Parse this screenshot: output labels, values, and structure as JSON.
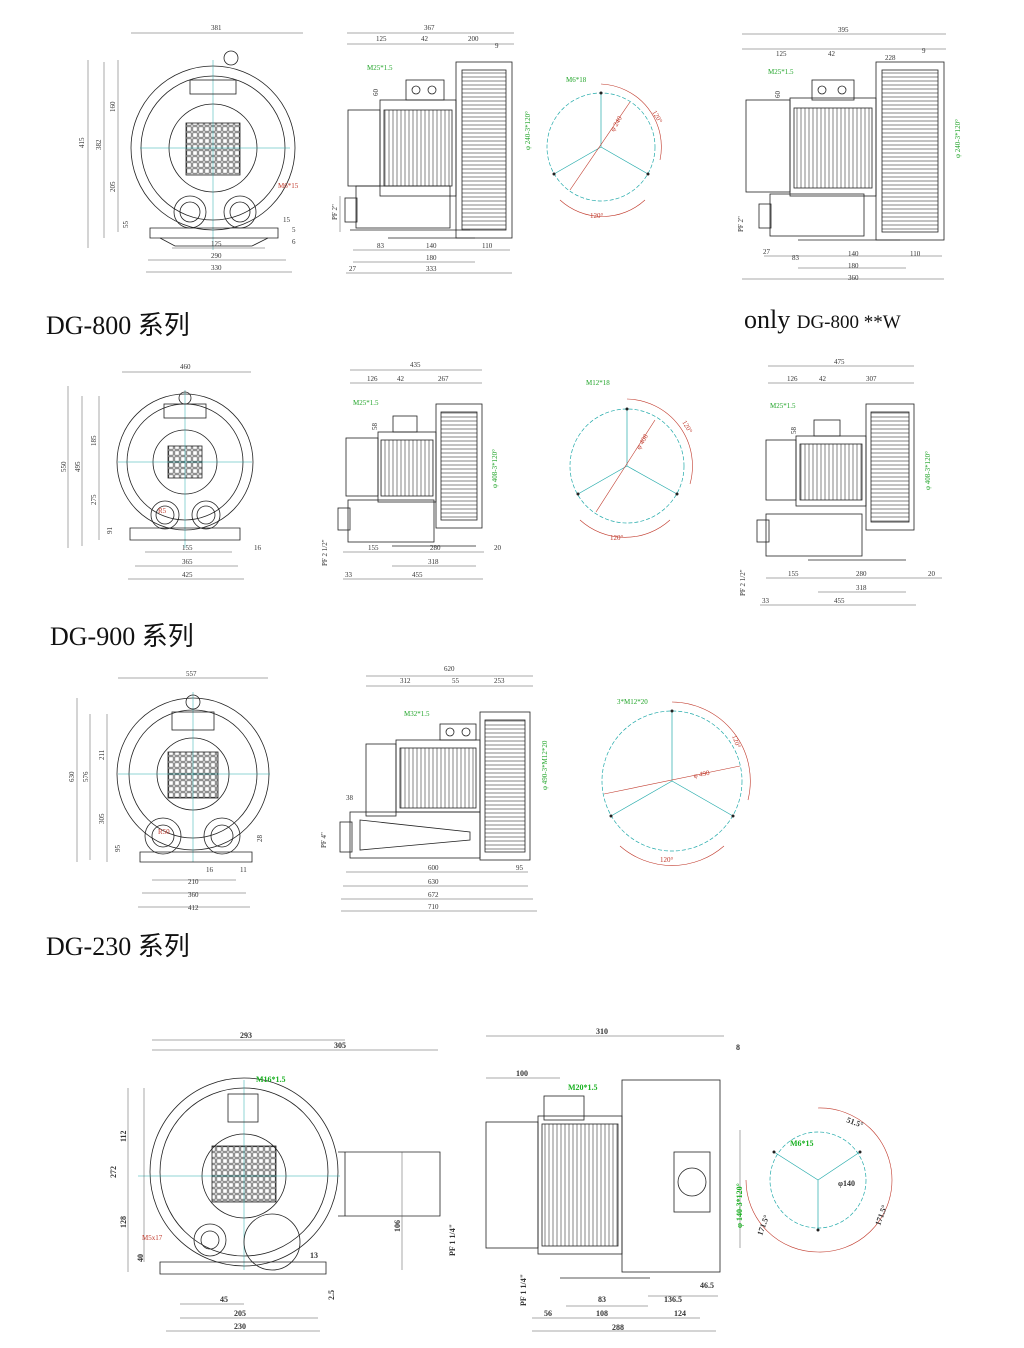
{
  "captions": {
    "dg800": "DG-800 系列",
    "dg800w_prefix": "only",
    "dg800w_model": "DG-800 **W",
    "dg900": "DG-900 系列",
    "dg230": "DG-230 系列"
  },
  "dg800": {
    "front": {
      "w": "381",
      "h": "415",
      "h2": "382",
      "h3": "160",
      "h4": "205",
      "h5": "55",
      "b1": "125",
      "b2": "290",
      "b3": "330",
      "bolt": "M6*15",
      "s15": "15",
      "s5": "5",
      "s6": "6"
    },
    "side": {
      "w": "367",
      "a": "125",
      "b": "42",
      "c": "200",
      "d": "9",
      "port": "M25*1.5",
      "h60": "60",
      "pf": "PF 2\"",
      "b1": "83",
      "b2": "140",
      "b3": "110",
      "b4": "180",
      "b5": "27",
      "b6": "333",
      "flange": "φ 240-3*120°"
    },
    "flange": {
      "bolt": "M6*18",
      "dia": "φ 240",
      "a1": "120°",
      "a2": "120°"
    },
    "side_w": {
      "w": "395",
      "a": "125",
      "b": "42",
      "c": "228",
      "d": "9",
      "port": "M25*1.5",
      "h60": "60",
      "pf": "PF 2\"",
      "b1": "83",
      "b2": "140",
      "b3": "110",
      "b4": "180",
      "b5": "27",
      "b6": "360",
      "flange": "φ 240-3*120°"
    }
  },
  "dg900": {
    "front": {
      "w": "460",
      "h": "550",
      "h2": "495",
      "h3": "185",
      "h4": "275",
      "h5": "91",
      "r": "R5",
      "b1": "155",
      "b2": "365",
      "b3": "425",
      "s16": "16"
    },
    "side": {
      "w": "435",
      "a": "126",
      "b": "42",
      "c": "267",
      "port": "M25*1.5",
      "h58": "58",
      "pf": "PF 2 1/2\"",
      "b1": "155",
      "b2": "280",
      "b3": "20",
      "b4": "318",
      "b5": "33",
      "b6": "455",
      "flange": "φ 408-3*120°"
    },
    "flange": {
      "bolt": "M12*18",
      "dia": "φ 408",
      "a1": "120°",
      "a2": "120°"
    },
    "side_w": {
      "w": "475",
      "a": "126",
      "b": "42",
      "c": "307",
      "port": "M25*1.5",
      "h58": "58",
      "pf": "PF 2 1/2\"",
      "b1": "155",
      "b2": "280",
      "b3": "20",
      "b4": "318",
      "b5": "33",
      "b6": "455",
      "flange": "φ 408-3*120°"
    }
  },
  "dg230": {
    "front": {
      "w": "557",
      "h": "630",
      "h2": "576",
      "h3": "211",
      "h4": "305",
      "h5": "95",
      "r": "R50",
      "b1": "210",
      "b2": "360",
      "b3": "412",
      "s16": "16",
      "s28": "28",
      "s11": "11"
    },
    "side": {
      "w": "620",
      "a": "312",
      "b": "55",
      "c": "253",
      "port": "M32*1.5",
      "h38": "38",
      "pf": "PF 4\"",
      "b1": "600",
      "b2": "95",
      "b3": "630",
      "b4": "672",
      "b5": "710",
      "flange": "φ 490-3*M12*20"
    },
    "flange": {
      "bolt": "3*M12*20",
      "dia": "φ 490",
      "a1": "120°",
      "a2": "120°"
    }
  },
  "small": {
    "front": {
      "w1": "293",
      "w2": "305",
      "port": "M16*1.5",
      "h1": "112",
      "h2": "272",
      "h3": "128",
      "h4": "40",
      "bolt": "M5x17",
      "pf": "PF 1 1/4\"",
      "h106": "106",
      "s13": "13",
      "s25": "2.5",
      "b1": "45",
      "b2": "205",
      "b3": "230"
    },
    "side": {
      "w": "310",
      "d": "8",
      "a": "100",
      "port": "M20*1.5",
      "flange": "φ 140-3*120°",
      "pf": "PF 1 1/4\"",
      "b1": "83",
      "b2": "136.5",
      "b3": "46.5",
      "b4": "56",
      "b5": "108",
      "b6": "124",
      "b7": "288"
    },
    "flange": {
      "bolt": "M6*15",
      "dia": "φ140",
      "a1": "51.5°",
      "a2": "171.5°",
      "a3": "171.5°"
    }
  }
}
